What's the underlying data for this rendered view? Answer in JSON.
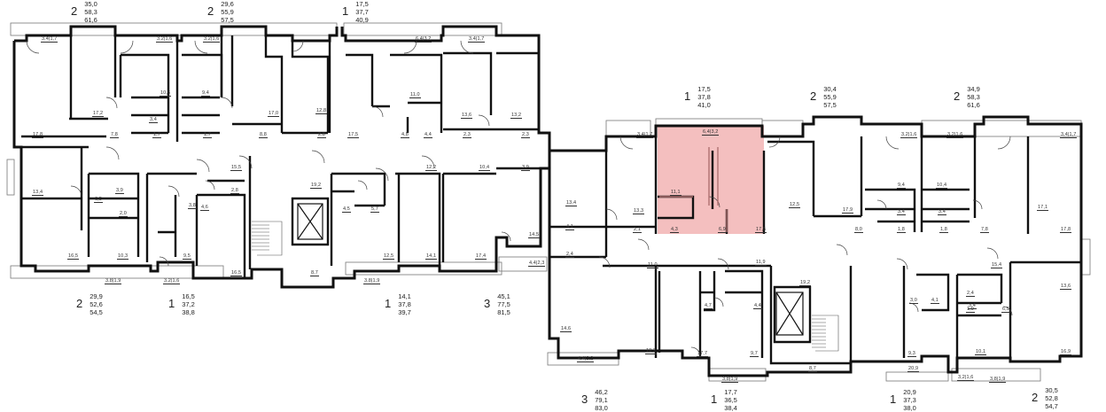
{
  "apartments": [
    {
      "rooms": "2",
      "areas": [
        "35,0",
        "58,3",
        "61,6"
      ]
    },
    {
      "rooms": "2",
      "areas": [
        "29,6",
        "55,9",
        "57,5"
      ]
    },
    {
      "rooms": "1",
      "areas": [
        "17,5",
        "37,7",
        "40,9"
      ]
    },
    {
      "rooms": "1",
      "areas": [
        "17,5",
        "37,8",
        "41,0"
      ]
    },
    {
      "rooms": "2",
      "areas": [
        "30,4",
        "55,9",
        "57,5"
      ]
    },
    {
      "rooms": "2",
      "areas": [
        "34,9",
        "58,3",
        "61,6"
      ]
    },
    {
      "rooms": "2",
      "areas": [
        "29,9",
        "52,6",
        "54,5"
      ]
    },
    {
      "rooms": "1",
      "areas": [
        "16,5",
        "37,2",
        "38,8"
      ]
    },
    {
      "rooms": "1",
      "areas": [
        "14,1",
        "37,8",
        "39,7"
      ]
    },
    {
      "rooms": "3",
      "areas": [
        "45,1",
        "77,5",
        "81,5"
      ]
    },
    {
      "rooms": "3",
      "areas": [
        "46,2",
        "79,1",
        "83,0"
      ]
    },
    {
      "rooms": "1",
      "areas": [
        "17,7",
        "36,5",
        "38,4"
      ]
    },
    {
      "rooms": "1",
      "areas": [
        "20,9",
        "37,3",
        "38,0"
      ]
    },
    {
      "rooms": "2",
      "areas": [
        "30,5",
        "52,8",
        "54,7"
      ]
    }
  ],
  "room_labels": [
    "3,4|1,7",
    "3,2|1,6",
    "3,2|1,6",
    "6,4|3,2",
    "3,4|1,7",
    "17,2",
    "10,6",
    "9,4",
    "3,4",
    "17,0",
    "12,8",
    "11,0",
    "13,6",
    "13,2",
    "17,8",
    "7,8",
    "1,7",
    "1,7",
    "8,8",
    "2,8",
    "17,5",
    "4,8",
    "4,4",
    "2,3",
    "2,3",
    "15,5",
    "12,2",
    "10,4",
    "3,9",
    "13,4",
    "6,5",
    "3,9",
    "2,0",
    "3,8",
    "4,6",
    "2,8",
    "19,2",
    "4,5",
    "5,7",
    "14,5",
    "16,5",
    "10,3",
    "9,5",
    "16,5",
    "8,7",
    "12,5",
    "14,1",
    "17,4",
    "3,8|1,9",
    "3,2|1,6",
    "3,8|1,9",
    "4,4|2,3",
    "6,4|3,2",
    "3,4|1,7",
    "3,2|1,6",
    "3,2|1,6",
    "3,4|1,7",
    "13,4",
    "11,1",
    "13,3",
    "4,1",
    "2,1",
    "4,3",
    "6,9",
    "17,5",
    "12,5",
    "17,9",
    "9,4",
    "3,4",
    "10,4",
    "3,4",
    "17,1",
    "2,4",
    "8,0",
    "1,8",
    "1,8",
    "7,8",
    "17,8",
    "11,0",
    "11,9",
    "15,4",
    "19,2",
    "13,6",
    "2,4",
    "4,7",
    "4,4",
    "3,0",
    "4,1",
    "3,4",
    "1,9",
    "6,5",
    "14,6",
    "18,2",
    "17,7",
    "9,7",
    "8,7",
    "20,9",
    "9,3",
    "10,1",
    "16,9",
    "4,4|2,2",
    "3,8|1,9",
    "3,2|1,6",
    "3,8|1,9"
  ]
}
